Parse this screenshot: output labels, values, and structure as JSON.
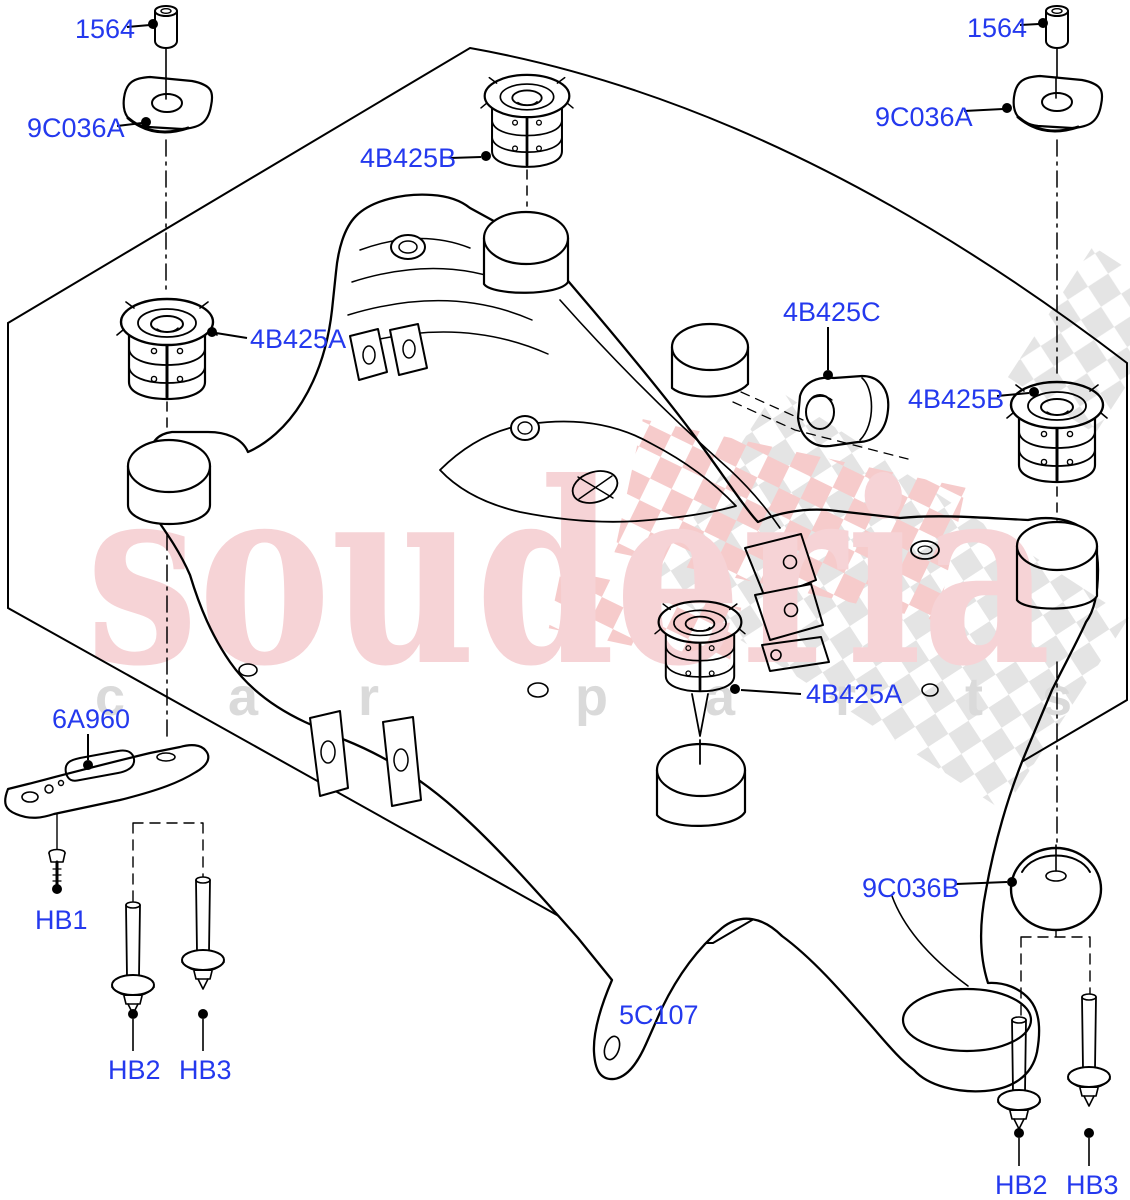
{
  "diagram": {
    "type": "exploded-parts-diagram",
    "subject": "rear subframe crossmember mounting",
    "watermark": {
      "brand": "souderia",
      "tagline_letters": [
        "c",
        "a",
        "r",
        "p",
        "a",
        "r",
        "t",
        "s"
      ]
    },
    "colors": {
      "label_blue": "#2439ee",
      "line_black": "#000000",
      "watermark_pink": "#f6d3d6",
      "watermark_gray": "#dadada",
      "checker_gray": "#e4e4e4",
      "checker_pink": "#f6cbcb"
    },
    "labels": [
      {
        "id": "1564-left",
        "text": "1564"
      },
      {
        "id": "9C036A-left",
        "text": "9C036A"
      },
      {
        "id": "4B425B-top",
        "text": "4B425B"
      },
      {
        "id": "1564-right",
        "text": "1564"
      },
      {
        "id": "9C036A-right",
        "text": "9C036A"
      },
      {
        "id": "4B425A-left",
        "text": "4B425A"
      },
      {
        "id": "4B425C",
        "text": "4B425C"
      },
      {
        "id": "4B425B-right",
        "text": "4B425B"
      },
      {
        "id": "6A960",
        "text": "6A960"
      },
      {
        "id": "4B425A-bottom",
        "text": "4B425A"
      },
      {
        "id": "9C036B",
        "text": "9C036B"
      },
      {
        "id": "HB1",
        "text": "HB1"
      },
      {
        "id": "HB2-left",
        "text": "HB2"
      },
      {
        "id": "HB3-left",
        "text": "HB3"
      },
      {
        "id": "5C107",
        "text": "5C107"
      },
      {
        "id": "HB2-right",
        "text": "HB2"
      },
      {
        "id": "HB3-right",
        "text": "HB3"
      }
    ]
  }
}
